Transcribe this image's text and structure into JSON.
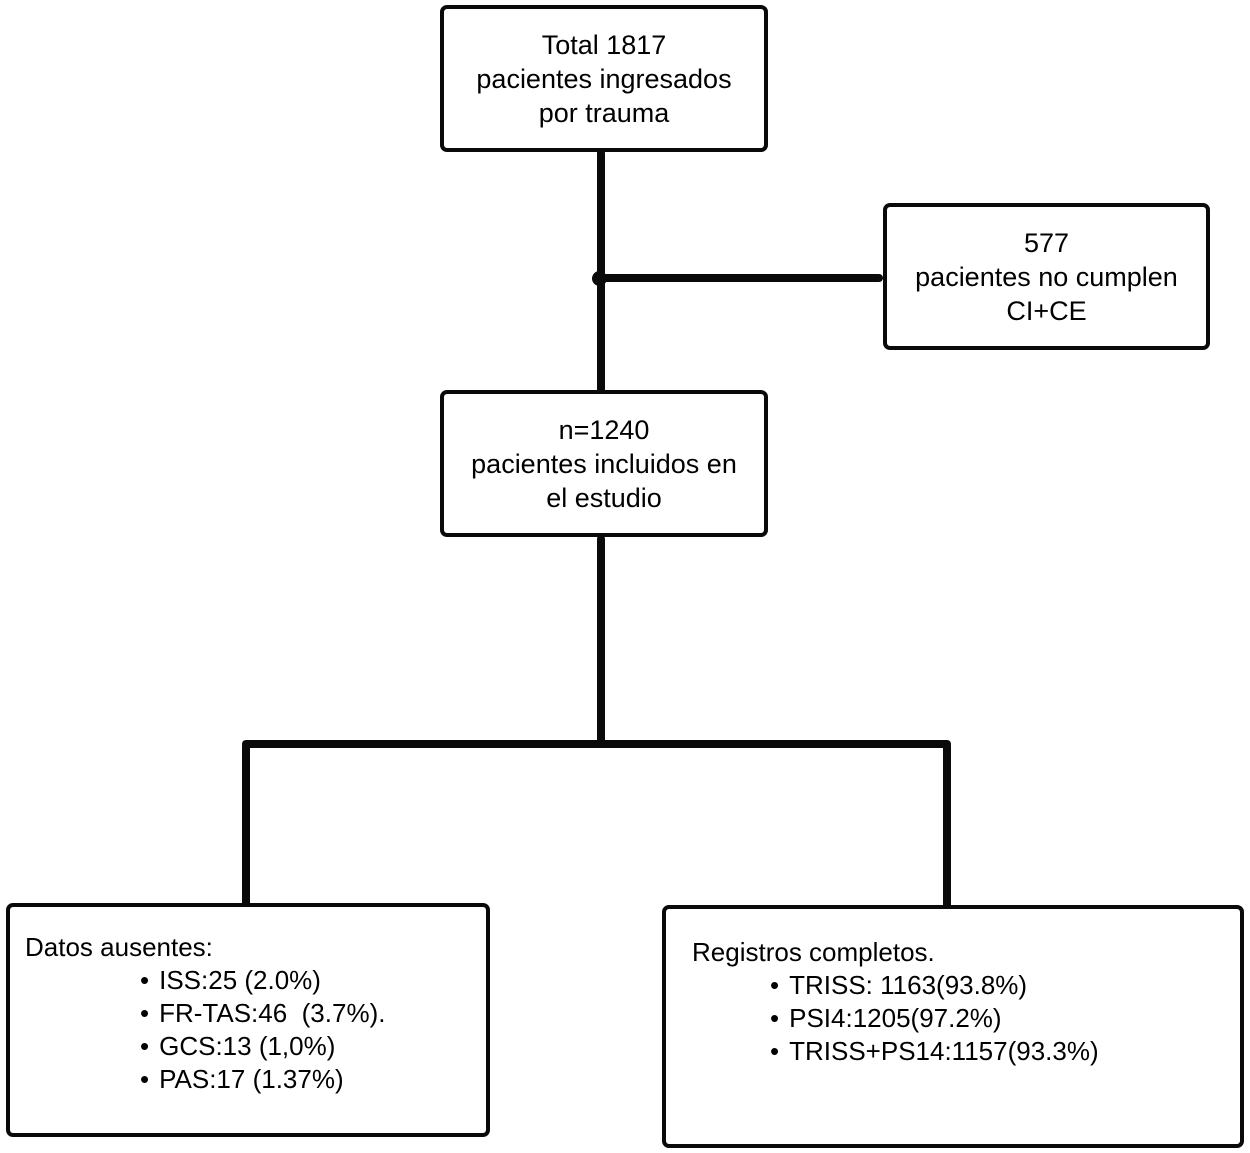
{
  "diagram": {
    "bullet_glyph": "•",
    "colors": {
      "line": "#0a0a0a",
      "background": "#ffffff",
      "text": "#000000"
    },
    "boxes": {
      "total": {
        "lines": [
          "Total 1817",
          "pacientes ingresados",
          "por trauma"
        ]
      },
      "excluded": {
        "lines": [
          "577",
          "pacientes no cumplen",
          "CI+CE"
        ]
      },
      "included": {
        "lines": [
          "n=1240",
          "pacientes incluidos en",
          "el estudio"
        ]
      },
      "missing": {
        "title": "Datos ausentes:",
        "items": [
          "ISS:25 (2.0%)",
          "FR-TAS:46  (3.7%).",
          "GCS:13 (1,0%)",
          "PAS:17 (1.37%)"
        ]
      },
      "complete": {
        "title": "Registros completos.",
        "items": [
          "TRISS: 1163(93.8%)",
          "PSI4:1205(97.2%)",
          "TRISS+PS14:1157(93.3%)"
        ]
      }
    }
  }
}
